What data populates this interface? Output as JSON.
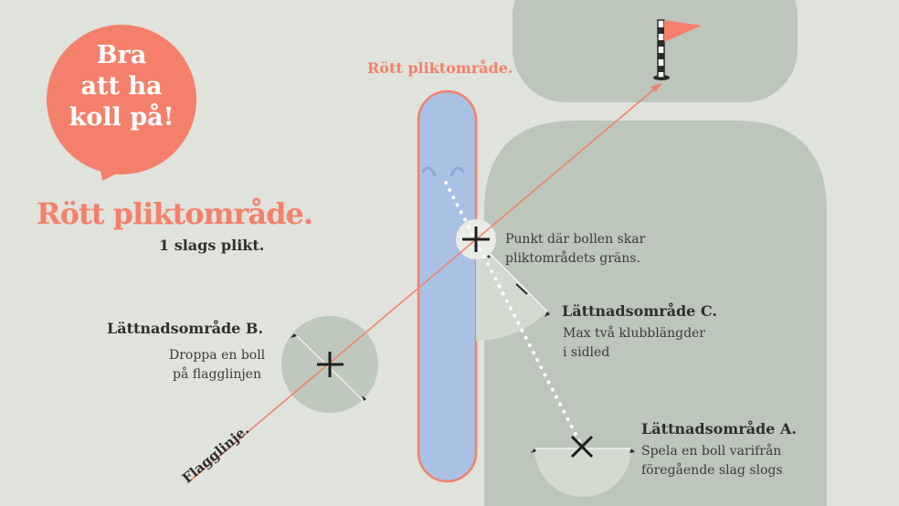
{
  "bubble": {
    "lines": [
      "Bra",
      "att ha",
      "koll på!"
    ]
  },
  "heading": {
    "title": "Rött pliktområde.",
    "subtitle": "1 slags plikt."
  },
  "labels": {
    "penalty_area": "Rött pliktområde.",
    "flagline": "Flagglinje.",
    "cross_point": [
      "Punkt där bollen skar",
      "pliktområdets gräns."
    ],
    "relief_b": {
      "title": "Lättnadsområde B.",
      "lines": [
        "Droppa en boll",
        "på flagglinjen"
      ]
    },
    "relief_c": {
      "title": "Lättnadsområde C.",
      "lines": [
        "Max två klubblängder",
        "i sidled"
      ]
    },
    "relief_a": {
      "title": "Lättnadsområde A.",
      "lines": [
        "Spela en boll varifrån",
        "föregående slag slogs"
      ]
    }
  },
  "colors": {
    "background": "#dfe3dc",
    "fairway": "#bcc6bb",
    "coral": "#f4806b",
    "water": "#a9c1e4",
    "dark": "#2b2b2b"
  },
  "icons": [
    "flag-icon",
    "cross-mark-icon",
    "x-mark-icon",
    "tee-peg-icon"
  ]
}
